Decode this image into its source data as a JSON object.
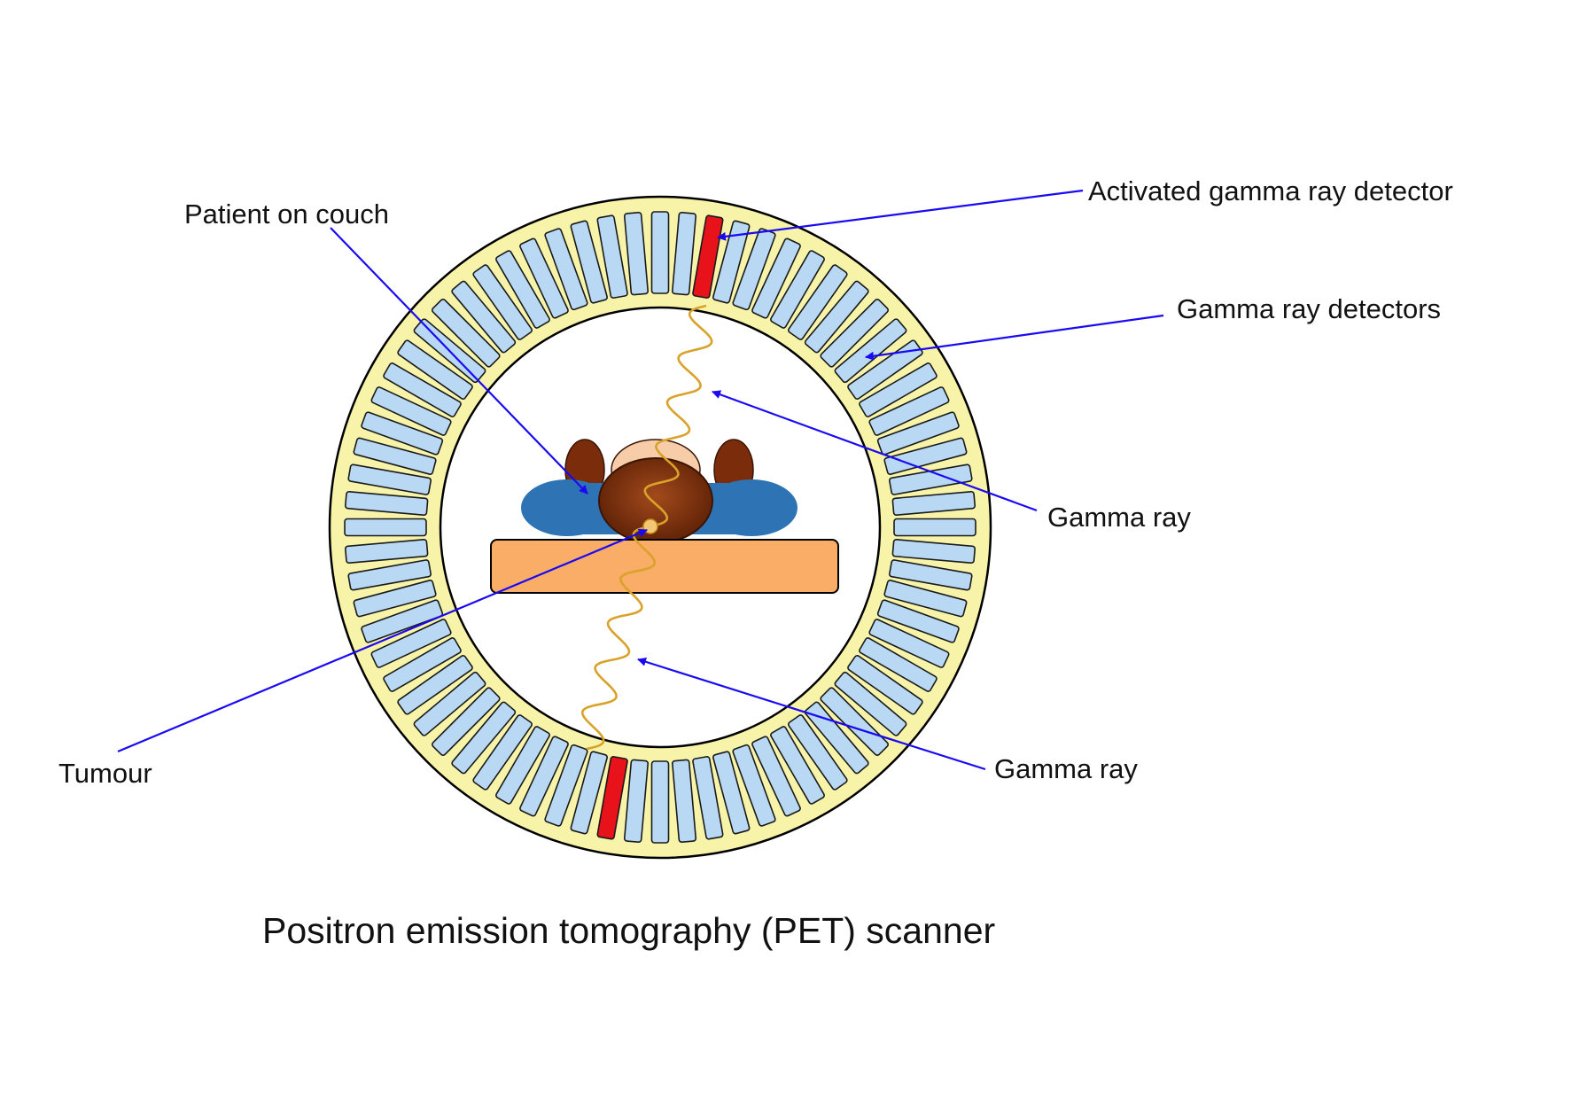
{
  "diagram": {
    "caption": "Positron emission tomography (PET) scanner",
    "labels": {
      "activated_detector": "Activated gamma  ray detector",
      "detectors": "Gamma  ray detectors",
      "patient": "Patient on couch",
      "gamma_ray_upper": "Gamma  ray",
      "gamma_ray_lower": "Gamma  ray",
      "tumour": "Tumour"
    },
    "ring": {
      "detector_count": 72,
      "activated_detector_indices": [
        2,
        38
      ]
    },
    "colors": {
      "ring_fill": "#f7f3a8",
      "detector_fill": "#b8d8f4",
      "activated_detector": "#e8121a",
      "patient_body": "#2e74b5",
      "hair": "#7b2d0b",
      "face": "#f6cda8",
      "couch": "#f9ad66",
      "gamma_ray": "#d9a22a",
      "pointer": "#1a0af2"
    }
  }
}
